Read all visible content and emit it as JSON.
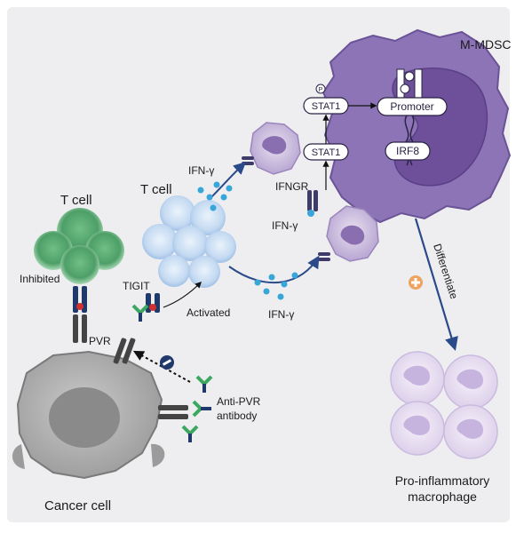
{
  "labels": {
    "mdsc": "M-MDSC",
    "stat1_top": "STAT1",
    "stat1_bottom": "STAT1",
    "promoter": "Promoter",
    "irf8": "IRF8",
    "ifngr": "IFNGR",
    "ifng_receptor": "IFN-γ",
    "ifng_top": "IFN-γ",
    "ifng_bottom": "IFN-γ",
    "tcell_inhibited": "T cell",
    "inhibited": "Inhibited",
    "tcell_active": "T cell",
    "tigit": "TIGIT",
    "activated": "Activated",
    "pvr": "PVR",
    "antibody_line1": "Anti-PVR",
    "antibody_line2": "antibody",
    "cancer_cell": "Cancer cell",
    "differentiate": "Differentiate",
    "macrophage_line1": "Pro-inflammatory",
    "macrophage_line2": "macrophage",
    "phospho_marker": "P"
  },
  "colors": {
    "background": "#eeeef0",
    "mdsc_body": "#8c74b7",
    "mdsc_nucleus": "#6d4f9a",
    "tcell_green": "#5aaa72",
    "tcell_blue": "#c6dcf2",
    "cancer_body": "#b8b8b8",
    "macrophage": "#e6dff0",
    "arrow_blue": "#2a4a8a",
    "ifn_dot": "#37a6d9",
    "plus_orange": "#f0a35e"
  },
  "icons": [
    "phospho-icon",
    "plus-icon",
    "block-minus-icon"
  ]
}
